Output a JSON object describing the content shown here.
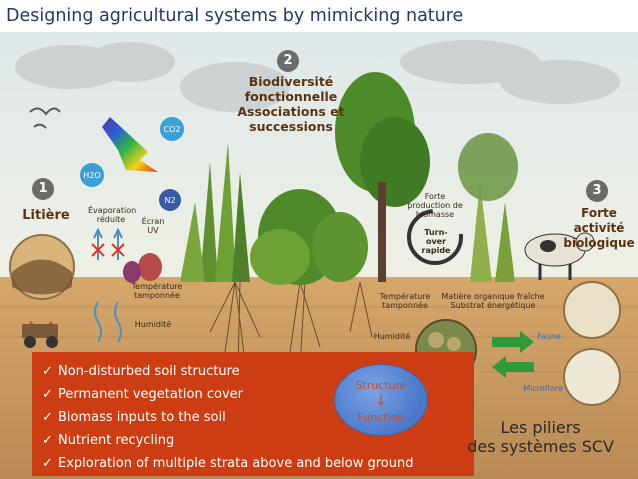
{
  "title": "Designing agricultural systems by mimicking nature",
  "diagram": {
    "steps": [
      {
        "number": "1",
        "label": "Litière"
      },
      {
        "number": "2",
        "label": "Biodiversité fonctionnelle Associations et successions"
      },
      {
        "number": "3",
        "label": "Forte activité biologique"
      }
    ],
    "left_labels": {
      "evaporation": "Évaporation réduite",
      "ecran": "Écran UV",
      "temperature": "Température tamponnée",
      "humidite": "Humidité",
      "h2o": "H2O",
      "n2": "N2",
      "co2": "CO2"
    },
    "center_labels": {
      "production": "Forte production de biomasse",
      "turnover": "Turn-over rapide"
    },
    "right_labels": {
      "temperature": "Température tamponnée",
      "matiere": "Matière organique fraîche Substrat énergétique",
      "humidite": "Humidité",
      "faune": "Faune",
      "microflore": "Microflore"
    },
    "piliers": [
      "Les piliers",
      "des systèmes SCV"
    ]
  },
  "panel": {
    "bullets": [
      "Non-disturbed soil structure",
      "Permanent vegetation cover",
      "Biomass inputs to the soil",
      "Nutrient recycling",
      "Exploration of multiple strata above and below ground"
    ],
    "check_glyph": "✓",
    "bubble": {
      "top": "Structure",
      "arrow": "↓",
      "bottom": "Function"
    }
  },
  "colors": {
    "title": "#1f3a6b",
    "panel": "#cc3d13",
    "soil": "#c89a62",
    "sky": "#e3ebe9",
    "bubble": "#4a78c9"
  }
}
